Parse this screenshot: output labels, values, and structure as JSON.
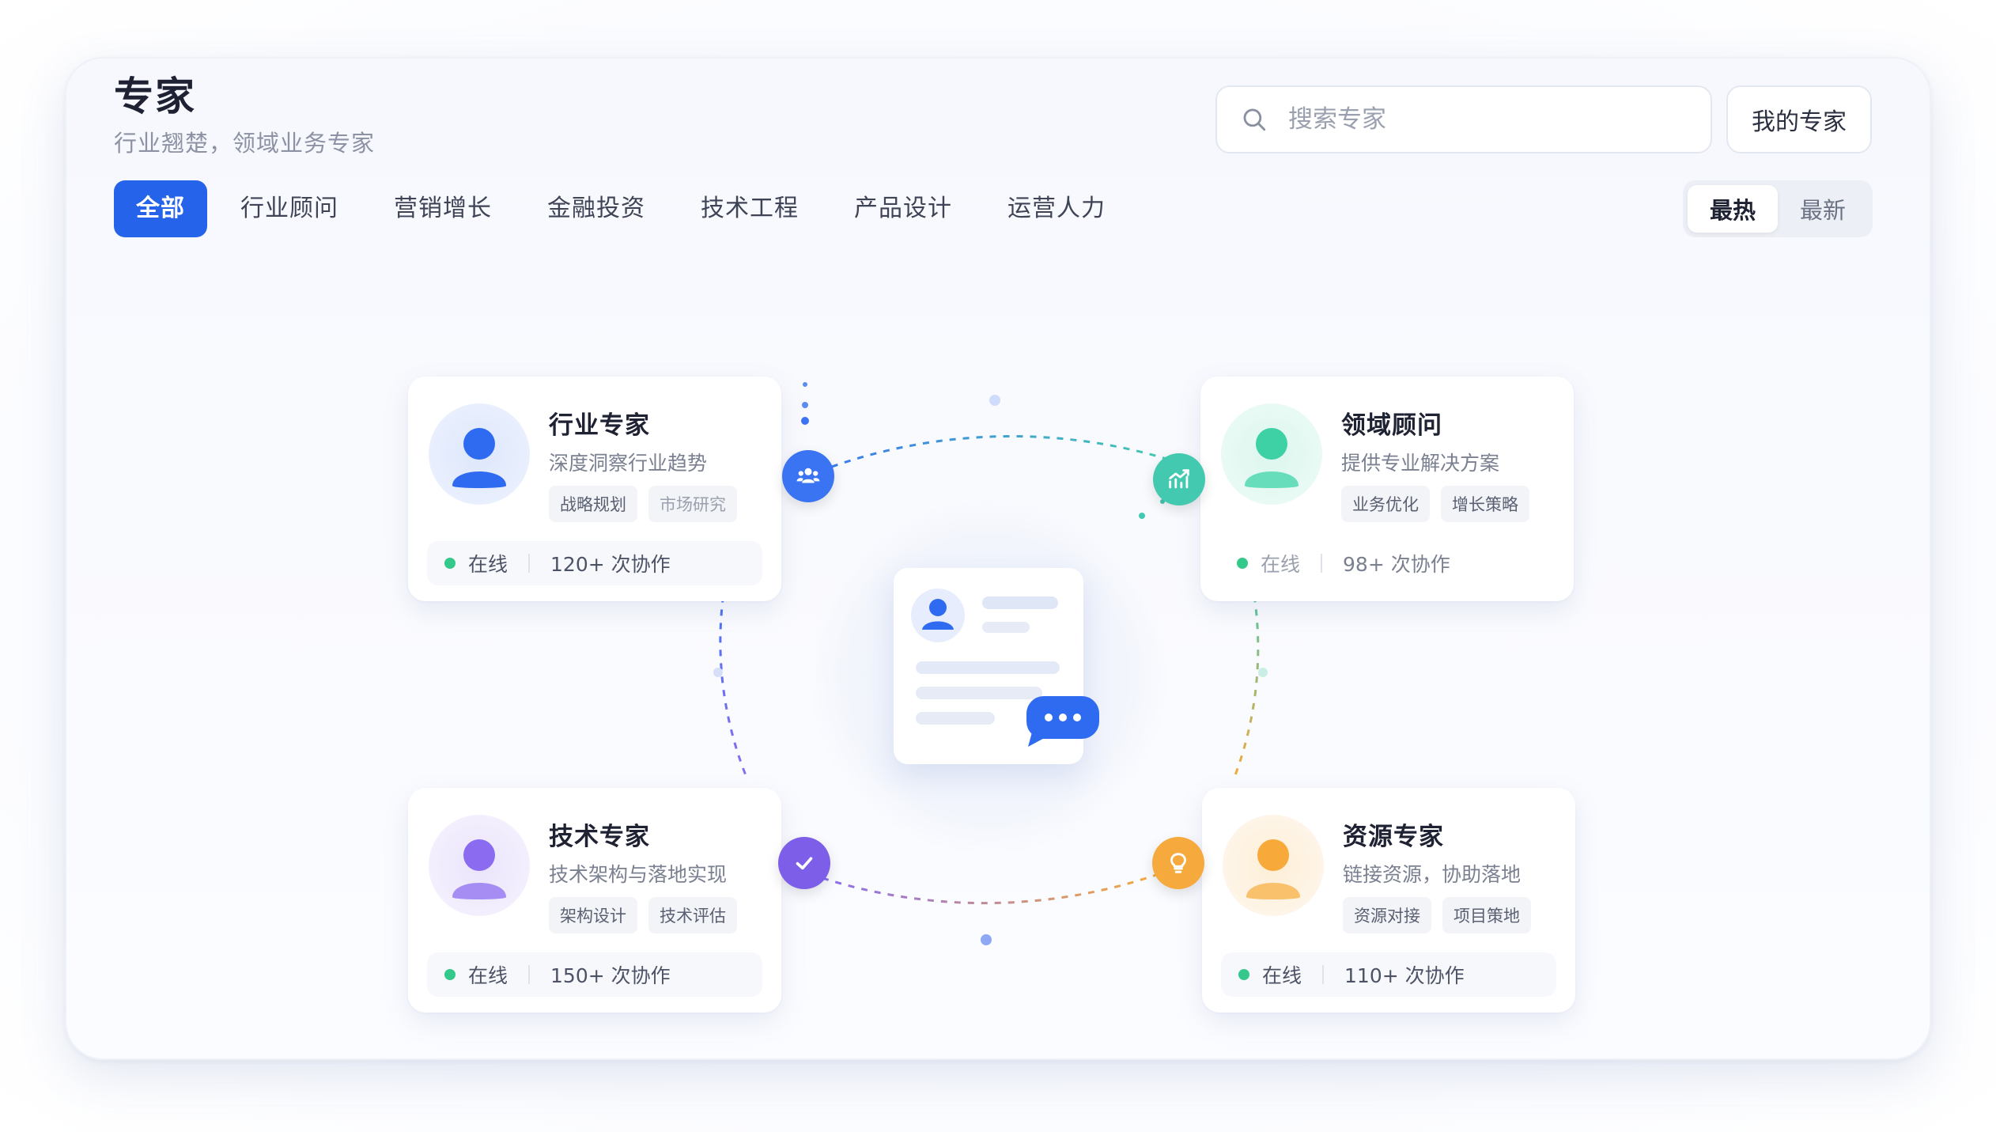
{
  "header": {
    "title": "专家",
    "subtitle": "行业翘楚，领域业务专家"
  },
  "search": {
    "placeholder": "搜索专家",
    "icon": "search-icon"
  },
  "my_experts_label": "我的专家",
  "tabs": [
    {
      "label": "全部",
      "active": true
    },
    {
      "label": "行业顾问",
      "active": false
    },
    {
      "label": "营销增长",
      "active": false
    },
    {
      "label": "金融投资",
      "active": false
    },
    {
      "label": "技术工程",
      "active": false
    },
    {
      "label": "产品设计",
      "active": false
    },
    {
      "label": "运营人力",
      "active": false
    }
  ],
  "sort": {
    "options": [
      "最热",
      "最新"
    ],
    "selected": "最热"
  },
  "cards": [
    {
      "name": "行业专家",
      "desc": "深度洞察行业趋势",
      "tags": [
        "战略规划",
        "市场研究"
      ],
      "status": "在线",
      "collabs": "120+ 次协作",
      "color": "#2f6bf0",
      "badge_icon": "team-icon"
    },
    {
      "name": "领域顾问",
      "desc": "提供专业解决方案",
      "tags": [
        "业务优化",
        "增长策略"
      ],
      "status": "在线",
      "collabs": "98+ 次协作",
      "color": "#3fd1a6",
      "badge_icon": "trend-chart-icon"
    },
    {
      "name": "技术专家",
      "desc": "技术架构与落地实现",
      "tags": [
        "架构设计",
        "技术评估"
      ],
      "status": "在线",
      "collabs": "150+ 次协作",
      "color": "#8b6cf0",
      "badge_icon": "check-icon"
    },
    {
      "name": "资源专家",
      "desc": "链接资源，协助落地",
      "tags": [
        "资源对接",
        "项目策地"
      ],
      "status": "在线",
      "collabs": "110+ 次协作",
      "color": "#f7a93a",
      "badge_icon": "lightbulb-icon"
    }
  ],
  "center": {
    "icon": "profile-document-icon",
    "chat_icon": "chat-bubble-icon"
  },
  "colors": {
    "accent": "#2563eb",
    "online": "#34c98a"
  }
}
